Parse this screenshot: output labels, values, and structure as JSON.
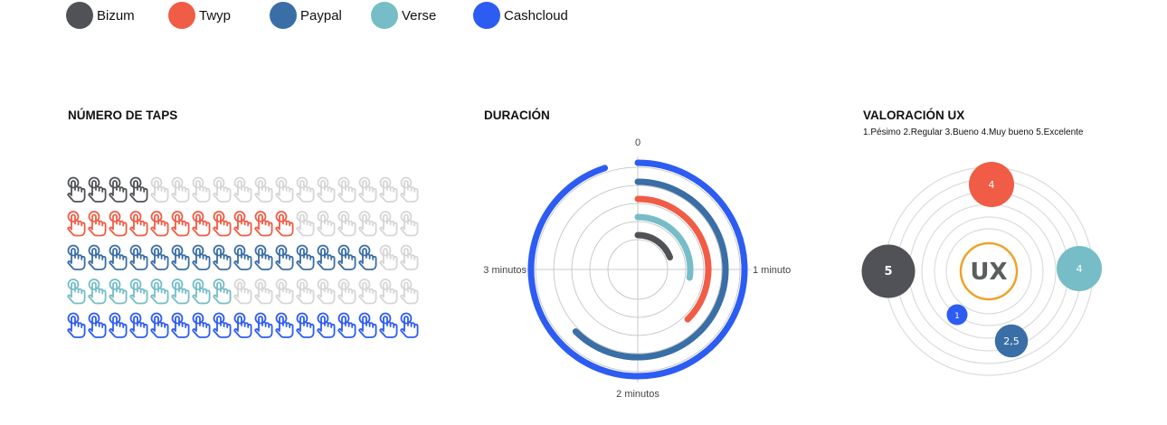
{
  "legend": [
    {
      "name": "Bizum",
      "color": "#505257"
    },
    {
      "name": "Twyp",
      "color": "#f05c45"
    },
    {
      "name": "Paypal",
      "color": "#3a6ea6"
    },
    {
      "name": "Verse",
      "color": "#76bdc7"
    },
    {
      "name": "Cashcloud",
      "color": "#2d5cf2"
    }
  ],
  "chart_data": [
    {
      "type": "pictogram",
      "title": "NÚMERO DE TAPS",
      "icon": "tap-hand-icon",
      "max_icons": 17,
      "inactive_color": "#d6d6d6",
      "categories": [
        "Bizum",
        "Twyp",
        "Paypal",
        "Verse",
        "Cashcloud"
      ],
      "values": [
        4,
        11,
        15,
        8,
        17
      ]
    },
    {
      "type": "radial-bar",
      "title": "DURACIÓN",
      "angular_ticks": [
        "0",
        "1 minuto",
        "2 minutos",
        "3 minutos"
      ],
      "range_minutes": [
        0,
        4
      ],
      "categories": [
        "Bizum",
        "Verse",
        "Twyp",
        "Paypal",
        "Cashcloud"
      ],
      "values": [
        0.77,
        1.1,
        1.5,
        2.5,
        3.8
      ],
      "grid": true
    },
    {
      "type": "bubble",
      "title": "VALORACIÓN UX",
      "subtitle": "1.Pésimo  2.Regular  3.Bueno  4.Muy bueno  5.Excelente",
      "center_label": "UX",
      "center_color": "#f0a22a",
      "categories": [
        "Bizum",
        "Twyp",
        "Verse",
        "Paypal",
        "Cashcloud"
      ],
      "values": [
        5,
        4,
        4,
        2.5,
        1
      ],
      "labels": [
        "5",
        "4",
        "4",
        "2,5",
        "1"
      ]
    }
  ]
}
